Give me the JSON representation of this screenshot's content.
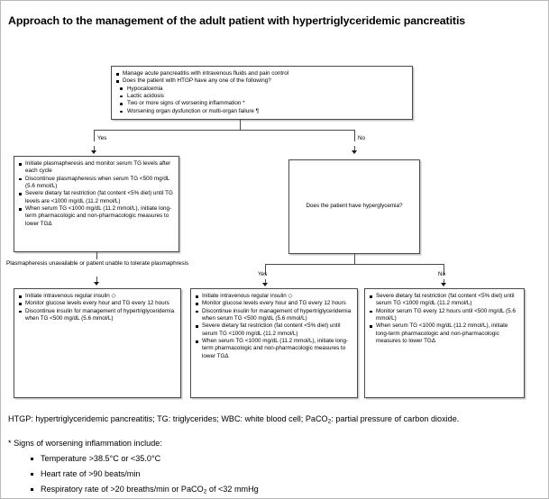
{
  "title": "Approach to the management of the adult patient with hypertriglyceridemic pancreatitis",
  "flowchart": {
    "top_box": {
      "items": [
        "Manage acute pancreatitis with intravenous fluids and pain control",
        "Does the patient with HTGP have any one of the following?"
      ],
      "sub_items": [
        "Hypocalcemia",
        "Lactic acidosis",
        "Two or more signs of worsening inflammation *",
        "Worsening organ dysfunction or multi-organ failure ¶"
      ]
    },
    "branch_yes_label": "Yes",
    "branch_no_label": "No",
    "left_box": {
      "items": [
        "Initiate plasmapheresis and monitor serum TG levels after each cycle",
        "Discontinue plasmapheresis when serum TG <500 mg/dL (5.6 mmol/L)",
        "Severe dietary fat restriction (fat content <5% diet) until TG levels are <1000 mg/dL (11.2 mmol/L)",
        "When serum TG <1000 mg/dL (11.2 mmol/L), initiate long-term pharmacologic and non-pharmacologic measures to lower TGΔ"
      ]
    },
    "mid_connector_label": "Plasmapheresis unavailable or patient unable to tolerate plasmaphresis",
    "decision_box": {
      "question": "Does the patient have hyperglycemia?"
    },
    "hyper_yes_label": "Yes",
    "hyper_no_label": "No",
    "bottom_left_box": {
      "items": [
        "Initiate intravenous regular insulin ◇",
        "Monitor glucose levels every hour and TG every 12 hours",
        "Discontinue insulin for management of hypertriglyceridemia when TG <500 mg/dL (5.6 mmol/L)"
      ]
    },
    "bottom_mid_box": {
      "items": [
        "Initiate intravenous regular insulin ◇",
        "Monitor glucose levels every hour and TG every 12 hours",
        "Discontinue insulin for management of hypertriglyceridemia when serum TG <500 mg/dL (5.6 mmol/L)",
        "Severe dietary fat restriction (fat content <5% diet) until serum TG <1000 mg/dL (11.2 mmol/L)",
        "When serum TG <1000 mg/dL (11.2 mmol/L), initiate long-term pharmacologic and non-pharmacologic measures to lower TGΔ"
      ]
    },
    "bottom_right_box": {
      "items": [
        "Severe dietary fat restriction (fat content <5% diet) until serum TG <1000 mg/dL (11.2 mmol/L)",
        "Monitor serum TG every 12 hours until <500 mg/dL (5.6 mmol/L)",
        "When serum TG <1000 mg/dL (11.2 mmol/L), initiate long-term pharmacologic and non-pharmacologic measures to lower TGΔ"
      ]
    }
  },
  "footnotes": {
    "abbreviations_part1": "HTGP: hypertriglyceridemic pancreatitis; TG: triglycerides; WBC: white blood cell; PaCO",
    "abbreviations_sub": "2",
    "abbreviations_part2": ": partial pressure of carbon dioxide.",
    "star_note": "* Signs of worsening inflammation include:",
    "star_items": [
      "Temperature >38.5°C or <35.0°C",
      "Heart rate of >90 beats/min"
    ],
    "resp_part1": "Respiratory rate of >20 breaths/min or PaCO",
    "resp_sub": "2",
    "resp_part2": " of <32 mmHg"
  }
}
